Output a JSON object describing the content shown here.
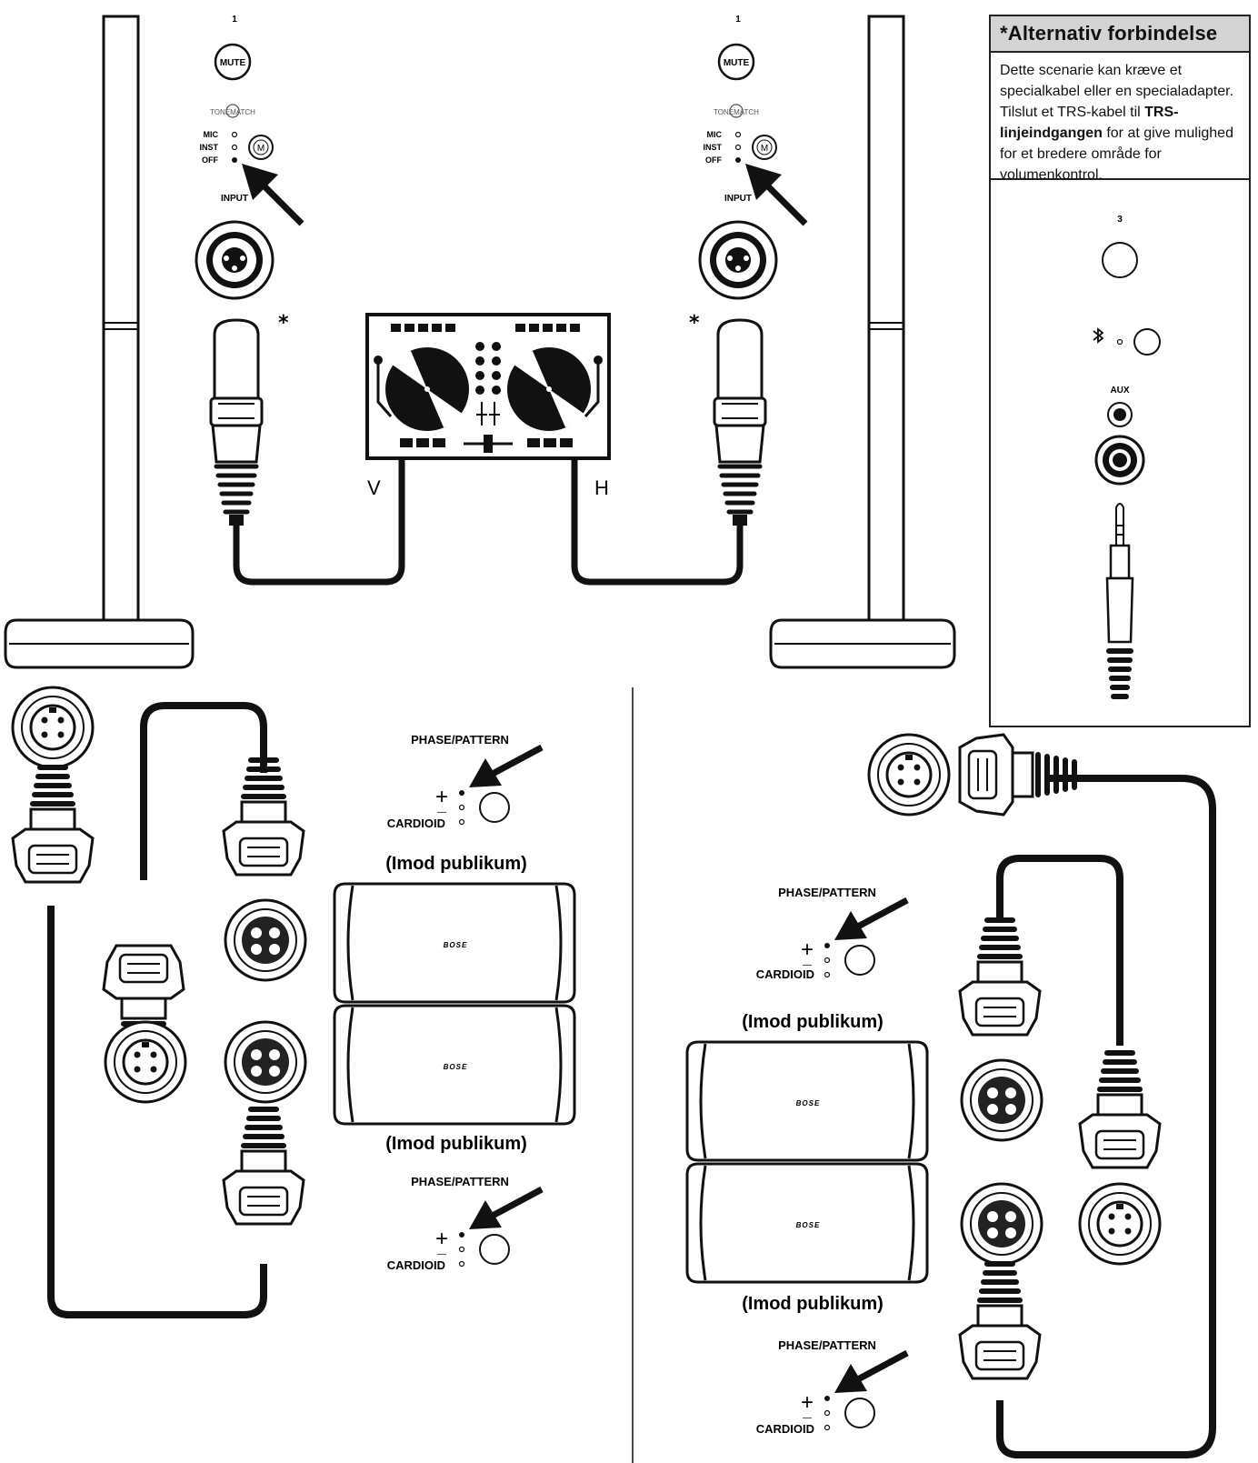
{
  "controls": {
    "channel_number": "1",
    "mute": "MUTE",
    "tonematch": "TONEMATCH",
    "mode_options": [
      "MIC",
      "INST",
      "OFF"
    ],
    "input": "INPUT",
    "tonematch_button": "M"
  },
  "cable_marker": "*",
  "dj_outputs": {
    "left": "V",
    "right": "H"
  },
  "phase_pattern": {
    "title": "PHASE/PATTERN",
    "plus": "+",
    "minus": "—",
    "cardioid": "CARDIOID"
  },
  "audience_label": "(Imod publikum)",
  "speaker_logo": "BOSE",
  "alternative": {
    "title": "*Alternativ forbindelse",
    "text_before": "Dette scenarie kan kræve et specialkabel eller en specialadapter. Tilslut et TRS-kabel til ",
    "text_bold": "TRS-linjeindgangen",
    "text_after": " for at give mulighed for et bredere område for volumenkontrol.",
    "channel_number": "3",
    "aux": "AUX",
    "bluetooth_icon": "bluetooth-icon"
  }
}
